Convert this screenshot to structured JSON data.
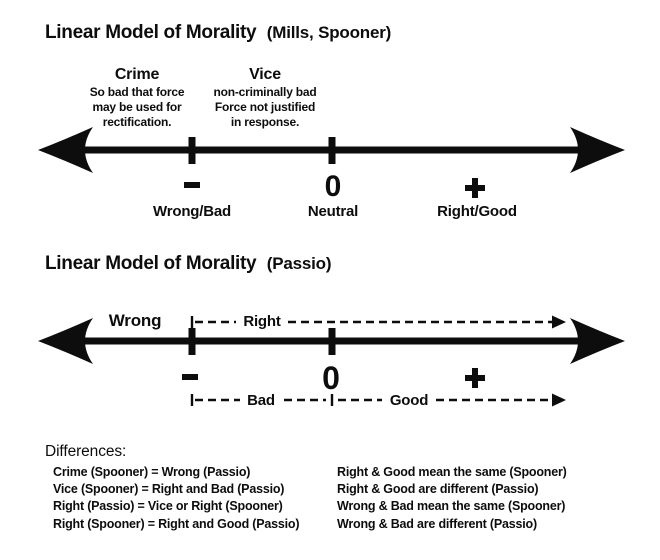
{
  "colors": {
    "ink": "#0d0d0d",
    "background": "#ffffff"
  },
  "diagram1": {
    "title": "Linear Model of Morality",
    "attribution": "(Mills, Spooner)",
    "categories": [
      {
        "name": "Crime",
        "line1": "So bad that force",
        "line2": "may be used for",
        "line3": "rectification."
      },
      {
        "name": "Vice",
        "line1": "non-criminally bad",
        "line2": "Force not justified",
        "line3": "in response."
      }
    ],
    "axis": {
      "minus_symbol": "−",
      "zero": "0",
      "plus_symbol": "+",
      "neg_label": "Wrong/Bad",
      "zero_label": "Neutral",
      "pos_label": "Right/Good"
    }
  },
  "diagram2": {
    "title": "Linear Model of Morality",
    "attribution": "(Passio)",
    "left_region_label": "Wrong",
    "dashed_top_label": "Right",
    "axis": {
      "minus_symbol": "−",
      "zero": "0",
      "plus_symbol": "+"
    },
    "dashed_bottom_left_label": "Bad",
    "dashed_bottom_right_label": "Good"
  },
  "differences": {
    "heading": "Differences:",
    "left_column": [
      "Crime (Spooner) = Wrong (Passio)",
      "Vice (Spooner) = Right and Bad (Passio)",
      "Right (Passio) = Vice or Right (Spooner)",
      "Right (Spooner) = Right and Good (Passio)"
    ],
    "right_column": [
      "Right & Good mean the same (Spooner)",
      "Right & Good are different (Passio)",
      "Wrong & Bad mean the same (Spooner)",
      "Wrong & Bad are different (Passio)"
    ]
  }
}
